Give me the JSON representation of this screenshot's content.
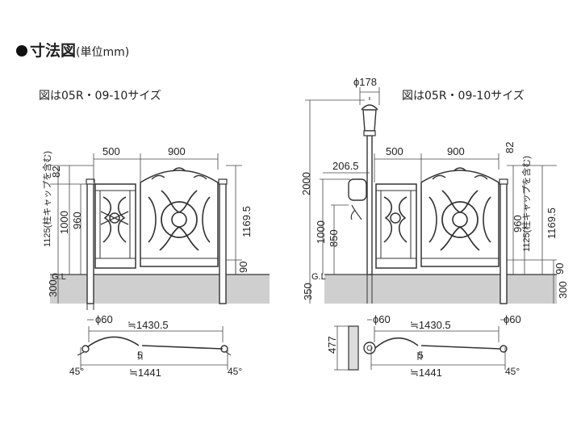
{
  "heading": {
    "title": "寸法図",
    "unit": "(単位mm)"
  },
  "left": {
    "caption": "図は05R・09-10サイズ",
    "dims": {
      "w500": "500",
      "w900": "900",
      "h82": "82",
      "h960": "960",
      "h1000": "1000",
      "h1125": "1125(柱キャップを含む)",
      "h1169": "1169.5",
      "h90": "90",
      "h300": "300",
      "gl": "G.L",
      "phi60": "ϕ60",
      "span": "≒1430.5",
      "gap": "5",
      "total": "≒1441",
      "angle_l": "45°",
      "angle_r": "45°"
    }
  },
  "right": {
    "caption": "図は05R・09-10サイズ",
    "dims": {
      "phi178": "ϕ178",
      "h2000": "2000",
      "w206": "206.5",
      "w500": "500",
      "w900": "900",
      "h82": "82",
      "h1000": "1000",
      "h850": "850",
      "h960": "960",
      "h1125": "1125(柱キャップを含む)",
      "h1169": "1169.5",
      "h90": "90",
      "h300": "300",
      "h350": "350",
      "gl": "G.L",
      "phi60_l": "ϕ60",
      "phi60_r": "ϕ60",
      "span": "≒1430.5",
      "gap": "5",
      "total": "≒1441",
      "d477": "477",
      "angle": "45°"
    }
  }
}
